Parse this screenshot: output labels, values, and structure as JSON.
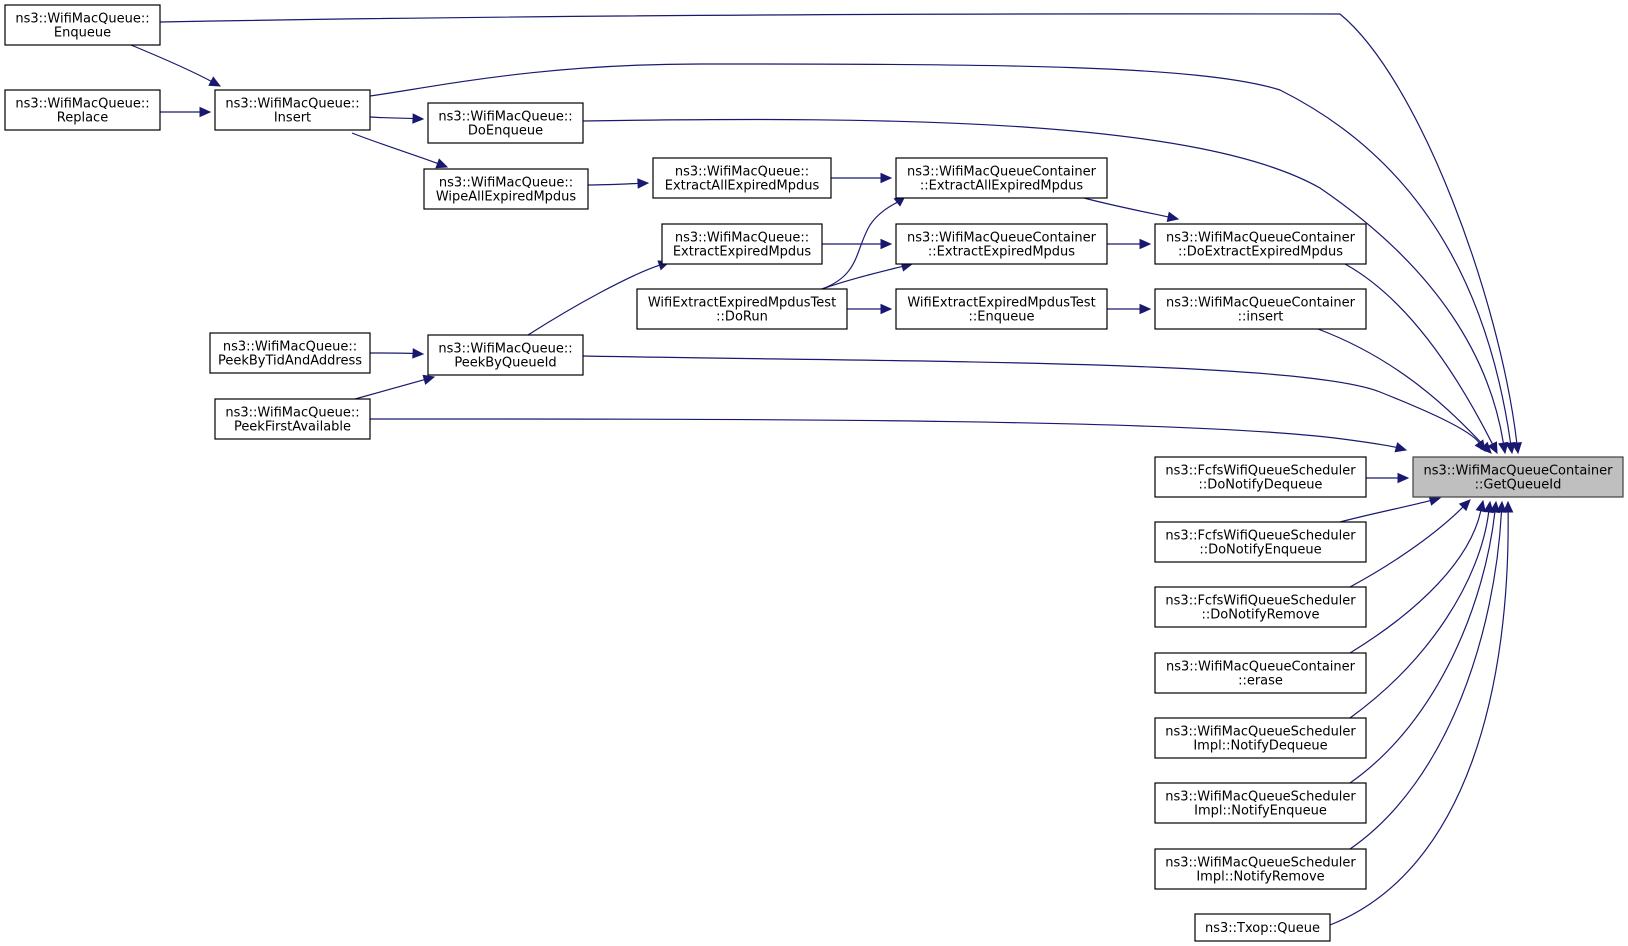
{
  "graph": {
    "target": "n_target",
    "colors": {
      "edge": "#191970",
      "box_stroke": "#000000",
      "target_fill": "#bfbfbf",
      "background": "#ffffff"
    },
    "nodes": [
      {
        "id": "n_enqueue",
        "lines": [
          "ns3::WifiMacQueue::",
          "Enqueue"
        ]
      },
      {
        "id": "n_replace",
        "lines": [
          "ns3::WifiMacQueue::",
          "Replace"
        ]
      },
      {
        "id": "n_insert",
        "lines": [
          "ns3::WifiMacQueue::",
          "Insert"
        ]
      },
      {
        "id": "n_doenqueue",
        "lines": [
          "ns3::WifiMacQueue::",
          "DoEnqueue"
        ]
      },
      {
        "id": "n_wipe",
        "lines": [
          "ns3::WifiMacQueue::",
          "WipeAllExpiredMpdus"
        ]
      },
      {
        "id": "n_q_extractall",
        "lines": [
          "ns3::WifiMacQueue::",
          "ExtractAllExpiredMpdus"
        ]
      },
      {
        "id": "n_q_extractexp",
        "lines": [
          "ns3::WifiMacQueue::",
          "ExtractExpiredMpdus"
        ]
      },
      {
        "id": "n_test_dorun",
        "lines": [
          "WifiExtractExpiredMpdusTest",
          "::DoRun"
        ]
      },
      {
        "id": "n_c_extractall",
        "lines": [
          "ns3::WifiMacQueueContainer",
          "::ExtractAllExpiredMpdus"
        ]
      },
      {
        "id": "n_c_extractexp",
        "lines": [
          "ns3::WifiMacQueueContainer",
          "::ExtractExpiredMpdus"
        ]
      },
      {
        "id": "n_test_enqueue",
        "lines": [
          "WifiExtractExpiredMpdusTest",
          "::Enqueue"
        ]
      },
      {
        "id": "n_c_doextract",
        "lines": [
          "ns3::WifiMacQueueContainer",
          "::DoExtractExpiredMpdus"
        ]
      },
      {
        "id": "n_c_insert",
        "lines": [
          "ns3::WifiMacQueueContainer",
          "::insert"
        ]
      },
      {
        "id": "n_peekbytid",
        "lines": [
          "ns3::WifiMacQueue::",
          "PeekByTidAndAddress"
        ]
      },
      {
        "id": "n_peekbyqueue",
        "lines": [
          "ns3::WifiMacQueue::",
          "PeekByQueueId"
        ]
      },
      {
        "id": "n_peekfirst",
        "lines": [
          "ns3::WifiMacQueue::",
          "PeekFirstAvailable"
        ]
      },
      {
        "id": "n_target",
        "lines": [
          "ns3::WifiMacQueueContainer",
          "::GetQueueId"
        ]
      },
      {
        "id": "n_fcfs_deq",
        "lines": [
          "ns3::FcfsWifiQueueScheduler",
          "::DoNotifyDequeue"
        ]
      },
      {
        "id": "n_fcfs_enq",
        "lines": [
          "ns3::FcfsWifiQueueScheduler",
          "::DoNotifyEnqueue"
        ]
      },
      {
        "id": "n_fcfs_rem",
        "lines": [
          "ns3::FcfsWifiQueueScheduler",
          "::DoNotifyRemove"
        ]
      },
      {
        "id": "n_c_erase",
        "lines": [
          "ns3::WifiMacQueueContainer",
          "::erase"
        ]
      },
      {
        "id": "n_sched_deq",
        "lines": [
          "ns3::WifiMacQueueScheduler",
          "Impl::NotifyDequeue"
        ]
      },
      {
        "id": "n_sched_enq",
        "lines": [
          "ns3::WifiMacQueueScheduler",
          "Impl::NotifyEnqueue"
        ]
      },
      {
        "id": "n_sched_rem",
        "lines": [
          "ns3::WifiMacQueueScheduler",
          "Impl::NotifyRemove"
        ]
      },
      {
        "id": "n_txop",
        "lines": [
          "ns3::Txop::Queue"
        ]
      }
    ],
    "edges": [
      {
        "id": "e1",
        "from": "n_enqueue",
        "to": "n_target"
      },
      {
        "id": "e2",
        "from": "n_enqueue",
        "to": "n_insert"
      },
      {
        "id": "e3",
        "from": "n_replace",
        "to": "n_insert"
      },
      {
        "id": "e4",
        "from": "n_insert",
        "to": "n_target"
      },
      {
        "id": "e5",
        "from": "n_insert",
        "to": "n_doenqueue"
      },
      {
        "id": "e6",
        "from": "n_insert",
        "to": "n_wipe"
      },
      {
        "id": "e7",
        "from": "n_doenqueue",
        "to": "n_target"
      },
      {
        "id": "e8",
        "from": "n_wipe",
        "to": "n_q_extractall"
      },
      {
        "id": "e9",
        "from": "n_q_extractall",
        "to": "n_c_extractall"
      },
      {
        "id": "e10",
        "from": "n_c_extractall",
        "to": "n_c_doextract"
      },
      {
        "id": "e11",
        "from": "n_q_extractexp",
        "to": "n_c_extractexp"
      },
      {
        "id": "e12",
        "from": "n_c_extractexp",
        "to": "n_c_doextract"
      },
      {
        "id": "e13",
        "from": "n_test_dorun",
        "to": "n_c_extractall"
      },
      {
        "id": "e14",
        "from": "n_test_dorun",
        "to": "n_c_extractexp"
      },
      {
        "id": "e15",
        "from": "n_test_dorun",
        "to": "n_test_enqueue"
      },
      {
        "id": "e16",
        "from": "n_test_enqueue",
        "to": "n_c_insert"
      },
      {
        "id": "e17",
        "from": "n_c_doextract",
        "to": "n_target"
      },
      {
        "id": "e18",
        "from": "n_c_insert",
        "to": "n_target"
      },
      {
        "id": "e19",
        "from": "n_peekbyqueue",
        "to": "n_q_extractexp"
      },
      {
        "id": "e20",
        "from": "n_peekbytid",
        "to": "n_peekbyqueue"
      },
      {
        "id": "e21",
        "from": "n_peekfirst",
        "to": "n_peekbyqueue"
      },
      {
        "id": "e22",
        "from": "n_peekbyqueue",
        "to": "n_target"
      },
      {
        "id": "e23",
        "from": "n_peekfirst",
        "to": "n_target"
      },
      {
        "id": "e24",
        "from": "n_fcfs_deq",
        "to": "n_target"
      },
      {
        "id": "e25",
        "from": "n_fcfs_enq",
        "to": "n_target"
      },
      {
        "id": "e26",
        "from": "n_fcfs_rem",
        "to": "n_target"
      },
      {
        "id": "e27",
        "from": "n_c_erase",
        "to": "n_target"
      },
      {
        "id": "e28",
        "from": "n_sched_deq",
        "to": "n_target"
      },
      {
        "id": "e29",
        "from": "n_sched_enq",
        "to": "n_target"
      },
      {
        "id": "e30",
        "from": "n_sched_rem",
        "to": "n_target"
      },
      {
        "id": "e31",
        "from": "n_txop",
        "to": "n_target"
      }
    ]
  }
}
